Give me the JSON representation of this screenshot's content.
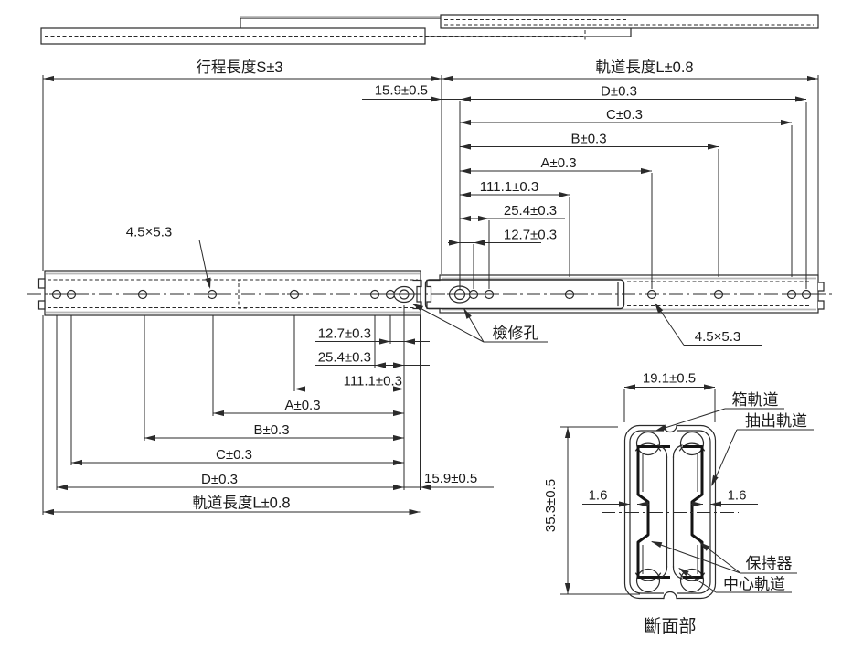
{
  "colors": {
    "line": "#2a2a2a",
    "shadow": "#b8b8b8",
    "background": "#ffffff"
  },
  "main_view": {
    "dim_stroke_length": "行程長度S±3",
    "dim_rail_length_top": "軌道長度L±0.8",
    "dim_end_offset_top": "15.9±0.5",
    "right_stack": [
      "D±0.3",
      "C±0.3",
      "B±0.3",
      "A±0.3",
      "111.1±0.3",
      "25.4±0.3",
      "12.7±0.3"
    ],
    "left_stack": [
      "12.7±0.3",
      "25.4±0.3",
      "111.1±0.3",
      "A±0.3",
      "B±0.3",
      "C±0.3",
      "D±0.3"
    ],
    "dim_end_offset_bottom": "15.9±0.5",
    "dim_rail_length_bottom": "軌道長度L±0.8",
    "slot_label_left": "4.5×5.3",
    "slot_label_right": "4.5×5.3",
    "inspection_hole_label": "檢修孔"
  },
  "cross_section": {
    "dim_width": "19.1±0.5",
    "dim_height": "35.3±0.5",
    "dim_wall_left": "1.6",
    "dim_wall_right": "1.6",
    "label_cabinet_rail": "箱軌道",
    "label_drawer_rail": "抽出軌道",
    "label_retainer": "保持器",
    "label_center_rail": "中心軌道",
    "caption": "斷面部"
  }
}
